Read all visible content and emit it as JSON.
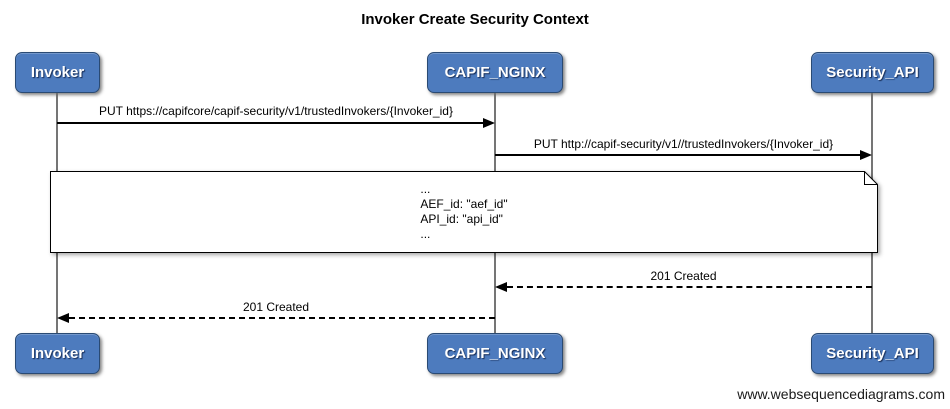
{
  "title": "Invoker Create Security Context",
  "watermark": "www.websequencediagrams.com",
  "actors": [
    {
      "id": "invoker",
      "label": "Invoker"
    },
    {
      "id": "capif-nginx",
      "label": "CAPIF_NGINX"
    },
    {
      "id": "security-api",
      "label": "Security_API"
    }
  ],
  "messages": [
    {
      "from": "Invoker",
      "to": "CAPIF_NGINX",
      "style": "solid",
      "label": "PUT https://capifcore/capif-security/v1/trustedInvokers/{Invoker_id}"
    },
    {
      "from": "CAPIF_NGINX",
      "to": "Security_API",
      "style": "solid",
      "label": "PUT http://capif-security/v1//trustedInvokers/{Invoker_id}"
    },
    {
      "from": "Security_API",
      "to": "CAPIF_NGINX",
      "style": "dashed",
      "label": "201 Created"
    },
    {
      "from": "CAPIF_NGINX",
      "to": "Invoker",
      "style": "dashed",
      "label": "201 Created"
    }
  ],
  "note": {
    "lines": [
      "...",
      "AEF_id: \"aef_id\"",
      "API_id: \"api_id\"",
      "..."
    ]
  },
  "colors": {
    "actor_fill": "#4d7bbe",
    "actor_border": "#2a4a73",
    "lifeline": "#757575",
    "message_line": "#000000",
    "note_fill": "#ffffff",
    "note_border": "#000000",
    "background": "#ffffff"
  }
}
